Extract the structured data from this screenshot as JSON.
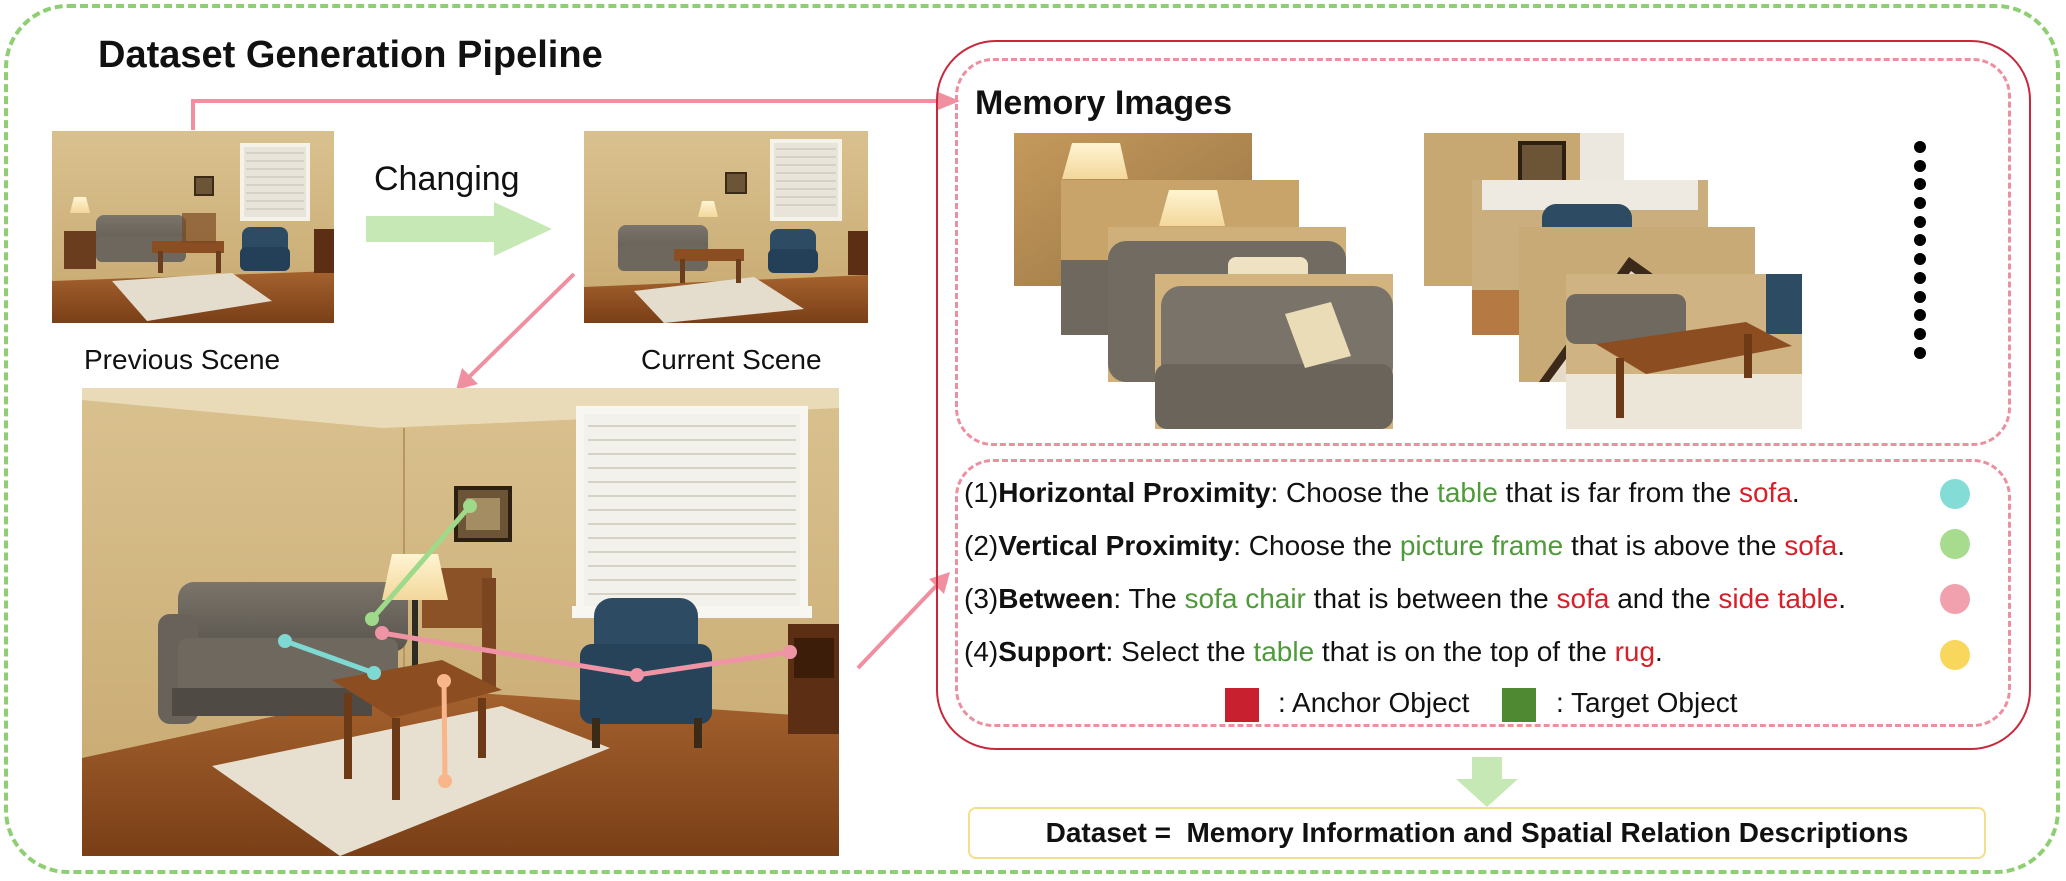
{
  "title": "Dataset Generation Pipeline",
  "changing_label": "Changing",
  "previous_scene_label": "Previous Scene",
  "current_scene_label": "Current Scene",
  "memory_title": "Memory Images",
  "relations": [
    {
      "num": "(1)",
      "name": "Horizontal Proximity",
      "parts": [
        ": Choose the ",
        "table",
        " that is far from the ",
        "sofa",
        "."
      ],
      "dot_color": "#84dcd6"
    },
    {
      "num": "(2)",
      "name": "Vertical Proximity",
      "parts": [
        ": Choose the ",
        "picture frame",
        " that is above the ",
        "sofa",
        "."
      ],
      "dot_color": "#a7dc8e"
    },
    {
      "num": "(3)",
      "name": "Between",
      "parts": [
        ": The ",
        "sofa chair",
        " that is between the ",
        "sofa",
        " and the ",
        "side table",
        "."
      ],
      "dot_color": "#f0a1ad"
    },
    {
      "num": "(4)",
      "name": "Support",
      "parts": [
        ": Select the ",
        "table",
        " that is on the top of the ",
        "rug",
        "."
      ],
      "dot_color": "#f9d65c"
    }
  ],
  "legend": {
    "anchor_label": ": Anchor Object",
    "target_label": ": Target Object",
    "anchor_color": "#c8202e",
    "target_color": "#4f8a32"
  },
  "dataset_label": "Dataset =  Memory Information and Spatial Relation Descriptions",
  "colors": {
    "frame_green": "#8fcf74",
    "panel_red": "#c8283c",
    "dash_pink": "#ec8f9e",
    "arrow_pink": "#ef8fa0",
    "arrow_green": "#c6e8b4",
    "target_text": "#4f9a3a",
    "anchor_text": "#d8202a",
    "dataset_border": "#f3df8a"
  },
  "overlay_lines": {
    "horizontal": "#7fd9d3",
    "vertical": "#9fd98a",
    "between": "#ef94a5",
    "support": "#f8b68a"
  }
}
